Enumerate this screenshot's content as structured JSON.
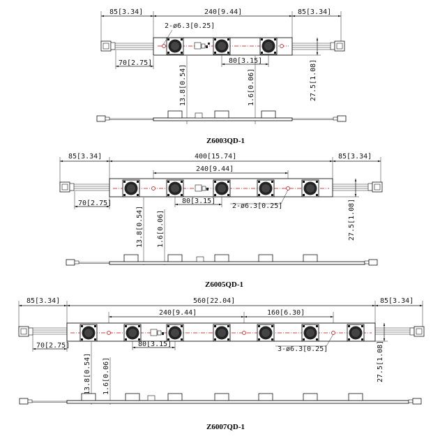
{
  "m1": {
    "title": "Z6003QD-1",
    "dim_lead_left": "85[3.34]",
    "dim_board": "240[9.44]",
    "dim_lead_right": "85[3.34]",
    "hole": "2-ø6.3[0.25]",
    "dim_conn": "70[2.75]",
    "dim_pitch": "80[3.15]",
    "dim_height": "13.8[0.54]",
    "dim_thick": "1.6[0.06]",
    "dim_width": "27.5[1.08]"
  },
  "m2": {
    "title": "Z6005QD-1",
    "dim_lead_left": "85[3.34]",
    "dim_board": "400[15.74]",
    "dim_lead_right": "85[3.34]",
    "dim_span": "240[9.44]",
    "hole": "2-ø6.3[0.25]",
    "dim_conn": "70[2.75]",
    "dim_pitch": "80[3.15]",
    "dim_height": "13.8[0.54]",
    "dim_thick": "1.6[0.06]",
    "dim_width": "27.5[1.08]"
  },
  "m3": {
    "title": "Z6007QD-1",
    "dim_lead_left": "85[3.34]",
    "dim_board": "560[22.04]",
    "dim_lead_right": "85[3.34]",
    "dim_span": "240[9.44]",
    "dim_span2": "160[6.30]",
    "hole": "3-ø6.3[0.25]",
    "dim_conn": "70[2.75]",
    "dim_pitch": "80[3.15]",
    "dim_height": "13.8[0.54]",
    "dim_thick": "1.6[0.06]",
    "dim_width": "27.5[1.08]"
  }
}
